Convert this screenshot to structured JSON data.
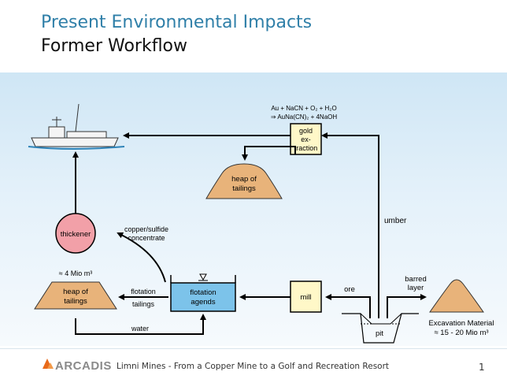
{
  "slide": {
    "title": "Present Environmental Impacts",
    "subtitle": "Former Workflow",
    "page_number": "1"
  },
  "diagram": {
    "chemistry_line1": "Au + NaCN + O₂ + H₂O",
    "chemistry_line2": "⇒ AuNa(CN)₂ + 4NaOH",
    "gold_extraction": [
      "gold",
      "ex-",
      "traction"
    ],
    "heap_top": [
      "heap of",
      "tailings"
    ],
    "heap_left": [
      "heap of",
      "tailings"
    ],
    "heap_left_volume": "≈ 4 Mio m³",
    "thickener": "thickener",
    "copper_concentrate": [
      "copper/sulfide",
      "concentrate"
    ],
    "flotation_agents": [
      "flotation",
      "agends"
    ],
    "flotation_tailings": [
      "flotation",
      "tailings"
    ],
    "water": "water",
    "mill": "mill",
    "ore": "ore",
    "pit": "pit",
    "umber": "umber",
    "barred_layer": [
      "barred",
      "layer"
    ],
    "excavation": [
      "Excavation Material",
      "≈ 15 - 20 Mio m³"
    ]
  },
  "footer": {
    "logo": "ARCADIS",
    "caption": "Limni Mines - From  a Copper Mine to a Golf and Recreation Resort"
  },
  "colors": {
    "title": "#2f7fa8",
    "heap": "#e8b37a",
    "thickener": "#f2a0a8",
    "tank": "#7cc3ea",
    "box": "#fff8c8",
    "logo_orange": "#e86a1a"
  }
}
